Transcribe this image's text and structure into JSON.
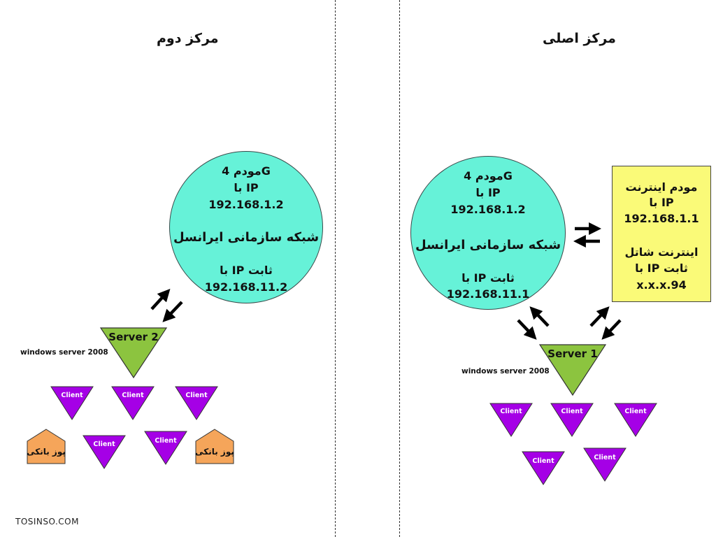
{
  "centers": {
    "main": {
      "title": "مرکز اصلی"
    },
    "second": {
      "title": "مرکز دوم"
    }
  },
  "main_modem": {
    "line1": "مودم 4G",
    "line2": "با IP",
    "line3": "192.168.1.2",
    "line4": "شبکه سازمانی ایرانسل",
    "line5": "با IP ثابت",
    "line6": "192.168.11.1"
  },
  "second_modem": {
    "line1": "مودم 4G",
    "line2": "با IP",
    "line3": "192.168.1.2",
    "line4": "شبکه سازمانی ایرانسل",
    "line5": "با IP ثابت",
    "line6": "192.168.11.2"
  },
  "internet_modem": {
    "line1": "مودم اینترنت",
    "line2": "با IP",
    "line3": "192.168.1.1",
    "line4": "اینترنت شاتل",
    "line5": "با IP ثابت",
    "line6": "x.x.x.94"
  },
  "server1": {
    "label": "Server 1",
    "os": "windows server 2008"
  },
  "server2": {
    "label": "Server 2",
    "os": "windows server 2008"
  },
  "client_label": "Client",
  "pos_label": "پوز بانکی",
  "watermark": "TOSINSO.COM",
  "colors": {
    "modem_circle": "#66f2d8",
    "internet_box": "#fafa78",
    "server": "#8cc43f",
    "client": "#a500e6",
    "pos": "#f5a55a"
  }
}
